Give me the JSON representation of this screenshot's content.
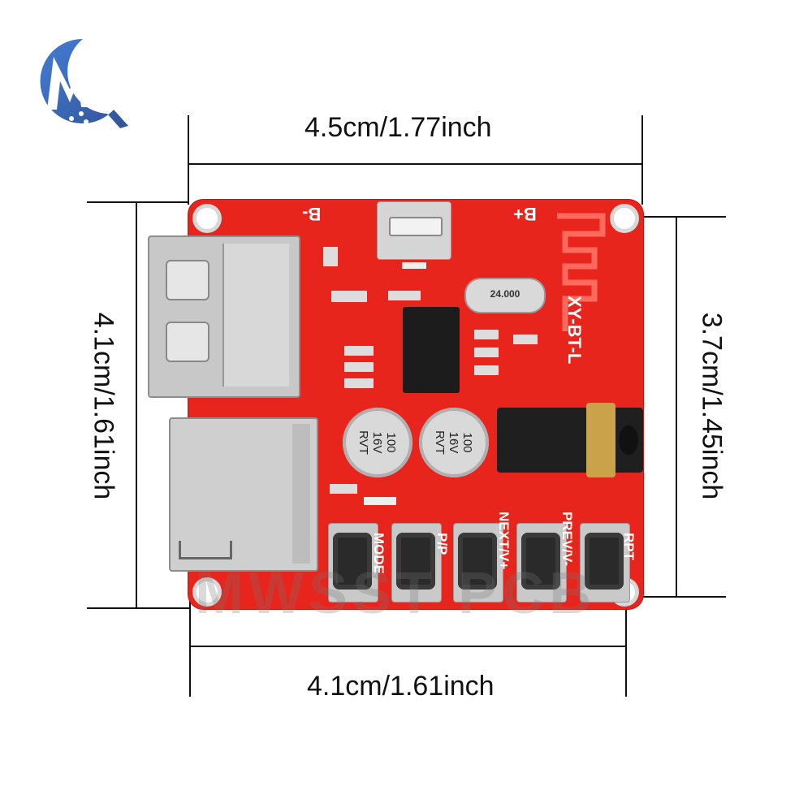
{
  "logo": {
    "letters": "MQ"
  },
  "dimensions": {
    "top_width": "4.5cm/1.77inch",
    "bottom_width": "4.1cm/1.61inch",
    "left_height": "4.1cm/1.61inch",
    "right_height": "3.7cm/1.45inch"
  },
  "board": {
    "label_b_minus": "B-",
    "label_b_plus": "B+",
    "antenna_label": "XY-BT-L",
    "crystal": "24.000",
    "capacitors": [
      {
        "line1": "100",
        "line2": "16V",
        "line3": "RVT"
      },
      {
        "line1": "100",
        "line2": "16V",
        "line3": "RVT"
      }
    ],
    "buttons": [
      "MODE",
      "P/P",
      "NEXT/V+",
      "PREV/V-",
      "RPT"
    ],
    "watermark": "MWSST PCB"
  },
  "colors": {
    "pcb": "#e8251c",
    "logo_blue": "#2a5db0"
  }
}
